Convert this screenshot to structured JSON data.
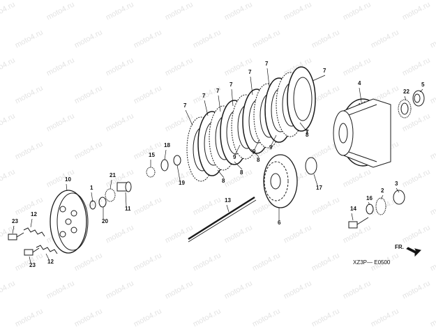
{
  "watermark": "moto4.ru",
  "diagram_code": "XZ3P— E0500",
  "direction_label": "FR.",
  "callouts": [
    "1",
    "2",
    "3",
    "4",
    "5",
    "6",
    "7",
    "7",
    "7",
    "7",
    "7",
    "7",
    "7",
    "7",
    "7",
    "8",
    "8",
    "8",
    "8",
    "9",
    "9",
    "9",
    "10",
    "11",
    "12",
    "12",
    "13",
    "14",
    "15",
    "16",
    "17",
    "18",
    "19",
    "20",
    "21",
    "22",
    "23",
    "23"
  ]
}
